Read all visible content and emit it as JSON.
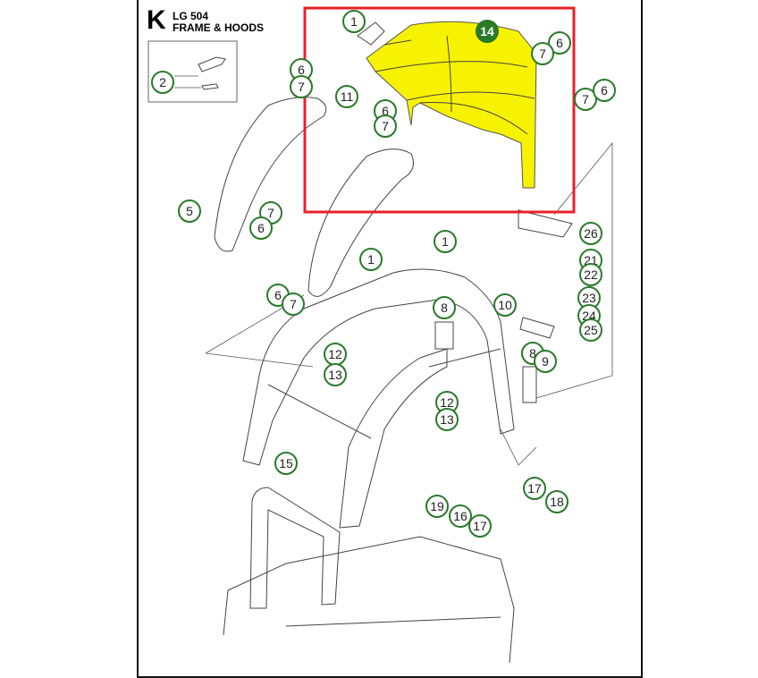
{
  "header": {
    "section_letter": "K",
    "model": "LG 504",
    "title": "FRAME & HOODS"
  },
  "highlight": {
    "color": "#e8202a",
    "fill": "#f7f200",
    "highlighted_part": "14"
  },
  "callouts": [
    "1",
    "14",
    "6",
    "7",
    "2",
    "6",
    "7",
    "11",
    "6",
    "7",
    "7",
    "6",
    "5",
    "7",
    "6",
    "1",
    "1",
    "26",
    "21",
    "22",
    "23",
    "24",
    "25",
    "10",
    "8",
    "6",
    "7",
    "12",
    "13",
    "8",
    "9",
    "12",
    "13",
    "15",
    "17",
    "18",
    "19",
    "16",
    "17"
  ]
}
